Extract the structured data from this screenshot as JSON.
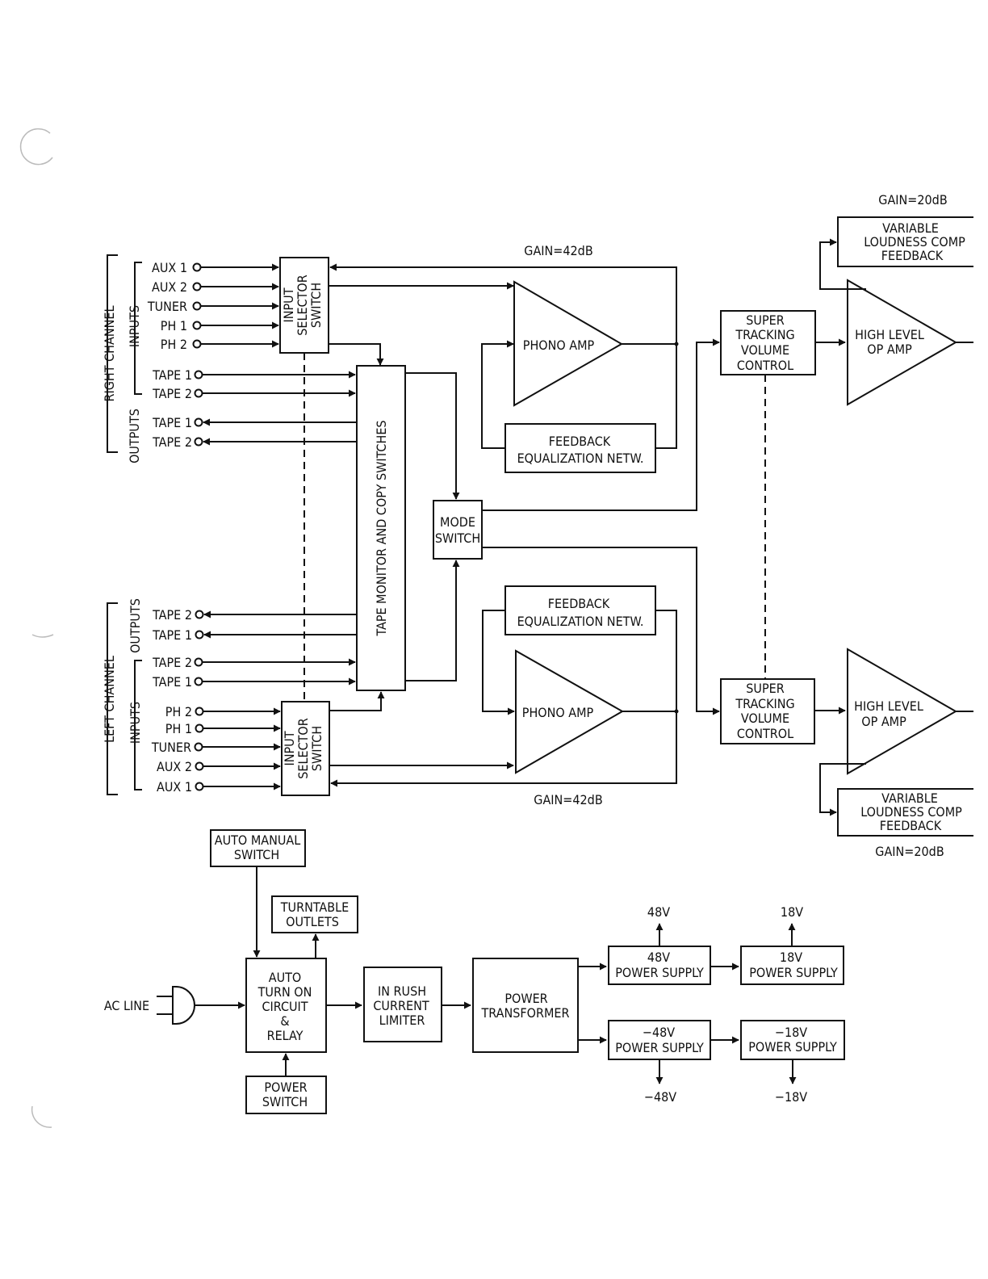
{
  "right_channel": {
    "channel_label": "RIGHT CHANNEL",
    "inputs_label": "INPUTS",
    "outputs_label": "OUTPUTS",
    "inputs": [
      "AUX 1",
      "AUX 2",
      "TUNER",
      "PH 1",
      "PH 2"
    ],
    "tape_inputs": [
      "TAPE 1",
      "TAPE 2"
    ],
    "tape_outputs": [
      "TAPE 1",
      "TAPE 2"
    ],
    "selector": [
      "INPUT",
      "SELECTOR",
      "SWITCH"
    ],
    "phono_amp": "PHONO AMP",
    "feedback": [
      "FEEDBACK",
      "EQUALIZATION NETW."
    ],
    "phono_gain": "GAIN=42dB",
    "volume": [
      "SUPER",
      "TRACKING",
      "VOLUME",
      "CONTROL"
    ],
    "high_level": [
      "HIGH LEVEL",
      "OP AMP"
    ],
    "loudness": [
      "VARIABLE",
      "LOUDNESS COMP",
      "FEEDBACK"
    ],
    "high_gain": "GAIN=20dB"
  },
  "left_channel": {
    "channel_label": "LEFT CHANNEL",
    "inputs_label": "INPUTS",
    "outputs_label": "OUTPUTS",
    "inputs": [
      "PH 2",
      "PH 1",
      "TUNER",
      "AUX 2",
      "AUX 1"
    ],
    "tape_inputs": [
      "TAPE 2",
      "TAPE 1"
    ],
    "tape_outputs": [
      "TAPE 2",
      "TAPE 1"
    ],
    "selector": [
      "INPUT",
      "SELECTOR",
      "SWITCH"
    ],
    "phono_amp": "PHONO AMP",
    "feedback": [
      "FEEDBACK",
      "EQUALIZATION NETW."
    ],
    "phono_gain": "GAIN=42dB",
    "volume": [
      "SUPER",
      "TRACKING",
      "VOLUME",
      "CONTROL"
    ],
    "high_level": [
      "HIGH LEVEL",
      "OP AMP"
    ],
    "loudness": [
      "VARIABLE",
      "LOUDNESS COMP",
      "FEEDBACK"
    ],
    "high_gain": "GAIN=20dB"
  },
  "tape_monitor": "TAPE MONITOR AND COPY SWITCHES",
  "mode_switch": [
    "MODE",
    "SWITCH"
  ],
  "power": {
    "ac_line": "AC LINE",
    "auto_manual": [
      "AUTO MANUAL",
      "SWITCH"
    ],
    "turntable": [
      "TURNTABLE",
      "OUTLETS"
    ],
    "auto_turn_on": [
      "AUTO",
      "TURN ON",
      "CIRCUIT",
      "&",
      "RELAY"
    ],
    "power_switch": [
      "POWER",
      "SWITCH"
    ],
    "inrush": [
      "IN RUSH",
      "CURRENT",
      "LIMITER"
    ],
    "transformer": [
      "POWER",
      "TRANSFORMER"
    ],
    "ps48": [
      "48V",
      "POWER SUPPLY"
    ],
    "ps18": [
      "18V",
      "POWER SUPPLY"
    ],
    "psm48": [
      "−48V",
      "POWER SUPPLY"
    ],
    "psm18": [
      "−18V",
      "POWER SUPPLY"
    ],
    "out48": "48V",
    "out18": "18V",
    "outm48": "−48V",
    "outm18": "−18V"
  }
}
